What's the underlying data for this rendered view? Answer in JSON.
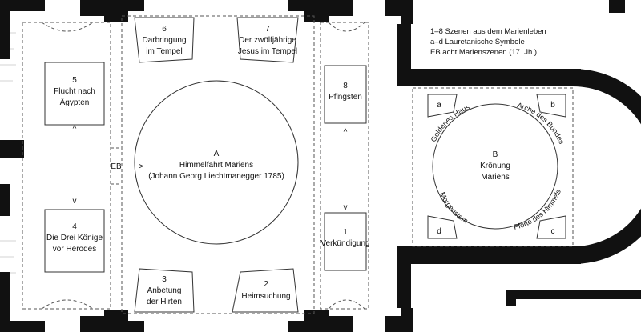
{
  "legend": {
    "line1": "1–8  Szenen aus dem Marienleben",
    "line2": "a–d  Lauretanische Symbole",
    "line3": "EB  acht Marienszenen (17. Jh.)"
  },
  "scenes": {
    "s1": {
      "num": "1",
      "lines": [
        "Verkündigung"
      ]
    },
    "s2": {
      "num": "2",
      "lines": [
        "Heimsuchung"
      ]
    },
    "s3": {
      "num": "3",
      "lines": [
        "Anbetung",
        "der Hirten"
      ]
    },
    "s4": {
      "num": "4",
      "lines": [
        "Die Drei Könige",
        "vor Herodes"
      ]
    },
    "s5": {
      "num": "5",
      "lines": [
        "Flucht nach",
        "Ägypten"
      ]
    },
    "s6": {
      "num": "6",
      "lines": [
        "Darbringung",
        "im Tempel"
      ]
    },
    "s7": {
      "num": "7",
      "lines": [
        "Der zwölfjährige",
        "Jesus im Tempel"
      ]
    },
    "s8": {
      "num": "8",
      "lines": [
        "Pfingsten"
      ]
    }
  },
  "center_a": {
    "letter": "A",
    "line1": "Himmelfahrt Mariens",
    "line2": "(Johann Georg Liechtmanegger 1785)"
  },
  "center_b": {
    "letter": "B",
    "line1": "Krönung",
    "line2": "Mariens"
  },
  "symbols": {
    "a": "a",
    "b": "b",
    "c": "c",
    "d": "d",
    "a_name": "Goldenes Haus",
    "b_name": "Arche des Bundes",
    "c_name": "Pforte des Himmels",
    "d_name": "Morgenstern"
  },
  "marks": {
    "eb": "EB",
    "arrow_right": ">",
    "arrow_up_left": "^",
    "arrow_down_left": "v",
    "arrow_up_right": "^",
    "arrow_down_right": "v"
  }
}
